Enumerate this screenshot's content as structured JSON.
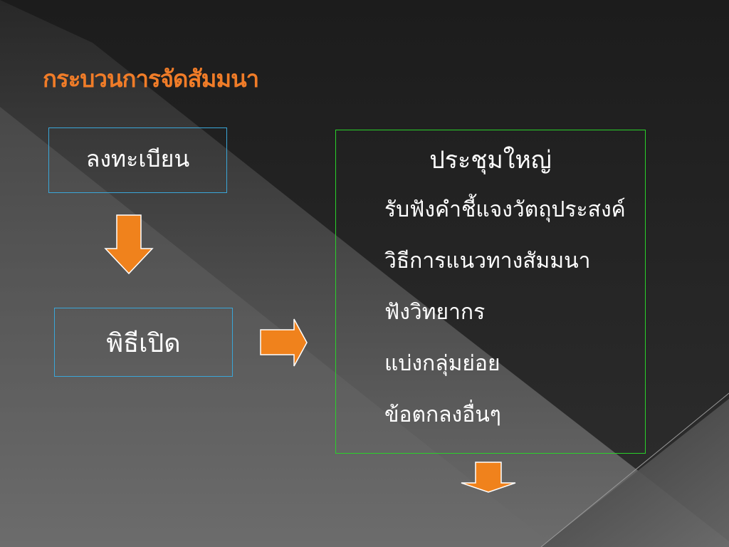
{
  "slide": {
    "title": "กระบวนการจัดสัมมนา",
    "colors": {
      "title": "#f07c28",
      "arrow_fill": "#f0821c",
      "arrow_stroke": "#ffffff",
      "blue_box_border": "#3aa6d8",
      "green_box_border": "#2ad12a",
      "text": "#ffffff"
    }
  },
  "diagram": {
    "register_box": {
      "label": "ลงทะเบียน"
    },
    "opening_box": {
      "label": "พิธีเปิด"
    },
    "plenary_box": {
      "heading": "ประชุมใหญ่",
      "items": [
        "รับฟังคำชี้แจงวัตถุประสงค์",
        "วิธีการแนวทางสัมมนา",
        "ฟังวิทยากร",
        "แบ่งกลุ่มย่อย",
        "ข้อตกลงอื่นๆ"
      ]
    },
    "arrows": [
      "arrow-down-icon",
      "arrow-right-icon",
      "arrow-down-icon"
    ]
  }
}
